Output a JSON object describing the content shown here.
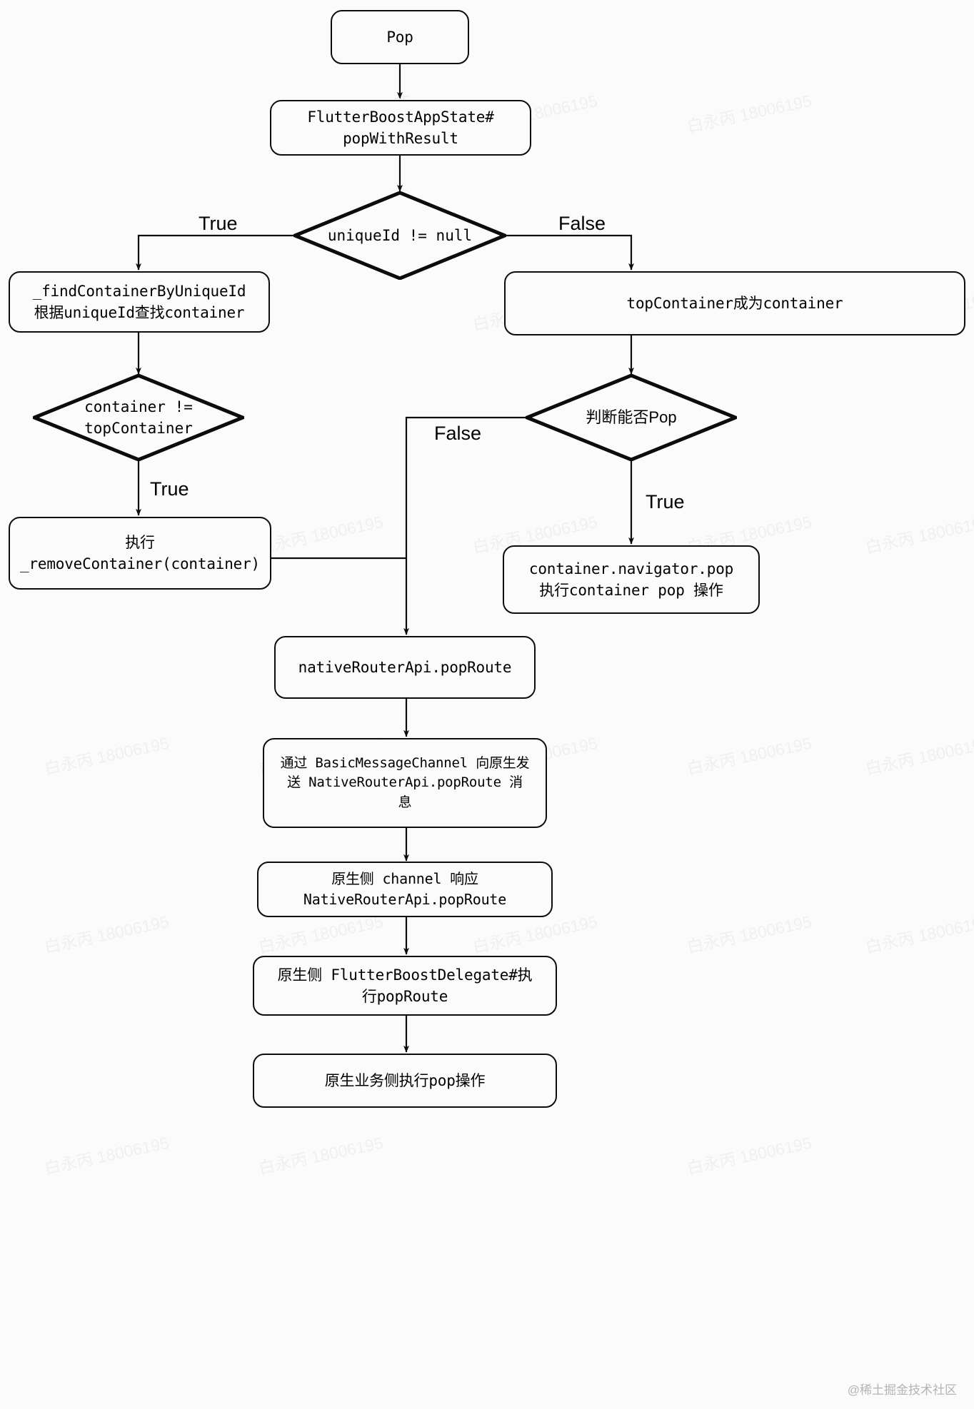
{
  "diagram": {
    "title": "FlutterBoost Pop Flow",
    "theme": {
      "background": "#fbfbfb",
      "stroke": "#0c0c0c",
      "text": "#000000",
      "watermark": "#f0f0f0",
      "credit": "#b4b4b4"
    },
    "nodes": [
      {
        "id": "pop",
        "type": "terminal",
        "text": "Pop"
      },
      {
        "id": "popWithResult",
        "type": "process",
        "text": "FlutterBoostAppState#\npopWithResult"
      },
      {
        "id": "uniqueIdNull",
        "type": "decision",
        "text": "uniqueId != null"
      },
      {
        "id": "findContainer",
        "type": "process",
        "text": "_findContainerByUniqueId\n根据uniqueId查找container"
      },
      {
        "id": "topIsContainer",
        "type": "process",
        "text": "topContainer成为container"
      },
      {
        "id": "containerNeTop",
        "type": "decision",
        "text": "container !=\ntopContainer"
      },
      {
        "id": "canPop",
        "type": "decision",
        "text": "判断能否Pop"
      },
      {
        "id": "removeContainer",
        "type": "process",
        "text": "执行\n_removeContainer(container)"
      },
      {
        "id": "navigatorPop",
        "type": "process",
        "text": "container.navigator.pop\n执行container pop 操作"
      },
      {
        "id": "nativePopRoute",
        "type": "process",
        "text": "nativeRouterApi.popRoute"
      },
      {
        "id": "sendMessage",
        "type": "process",
        "text": "通过 BasicMessageChannel 向原生发\n送 NativeRouterApi.popRoute 消\n息"
      },
      {
        "id": "channelRespond",
        "type": "process",
        "text": "原生侧 channel 响应\nNativeRouterApi.popRoute"
      },
      {
        "id": "delegatePop",
        "type": "process",
        "text": "原生侧 FlutterBoostDelegate#执\n行popRoute"
      },
      {
        "id": "businessPop",
        "type": "process",
        "text": "原生业务侧执行pop操作"
      }
    ],
    "edge_labels": {
      "unique_true": "True",
      "unique_false": "False",
      "container_true": "True",
      "canpop_true": "True",
      "canpop_false": "False"
    },
    "edges": [
      {
        "from": "pop",
        "to": "popWithResult",
        "label": ""
      },
      {
        "from": "popWithResult",
        "to": "uniqueIdNull",
        "label": ""
      },
      {
        "from": "uniqueIdNull",
        "to": "findContainer",
        "label": "True"
      },
      {
        "from": "uniqueIdNull",
        "to": "topIsContainer",
        "label": "False"
      },
      {
        "from": "findContainer",
        "to": "containerNeTop",
        "label": ""
      },
      {
        "from": "containerNeTop",
        "to": "removeContainer",
        "label": "True"
      },
      {
        "from": "topIsContainer",
        "to": "canPop",
        "label": ""
      },
      {
        "from": "canPop",
        "to": "navigatorPop",
        "label": "True"
      },
      {
        "from": "canPop",
        "to": "nativePopRoute",
        "label": "False"
      },
      {
        "from": "removeContainer",
        "to": "nativePopRoute",
        "label": ""
      },
      {
        "from": "nativePopRoute",
        "to": "sendMessage",
        "label": ""
      },
      {
        "from": "sendMessage",
        "to": "channelRespond",
        "label": ""
      },
      {
        "from": "channelRespond",
        "to": "delegatePop",
        "label": ""
      },
      {
        "from": "delegatePop",
        "to": "businessPop",
        "label": ""
      }
    ],
    "watermark_text": "白永丙 18006195",
    "credit": "@稀土掘金技术社区"
  }
}
